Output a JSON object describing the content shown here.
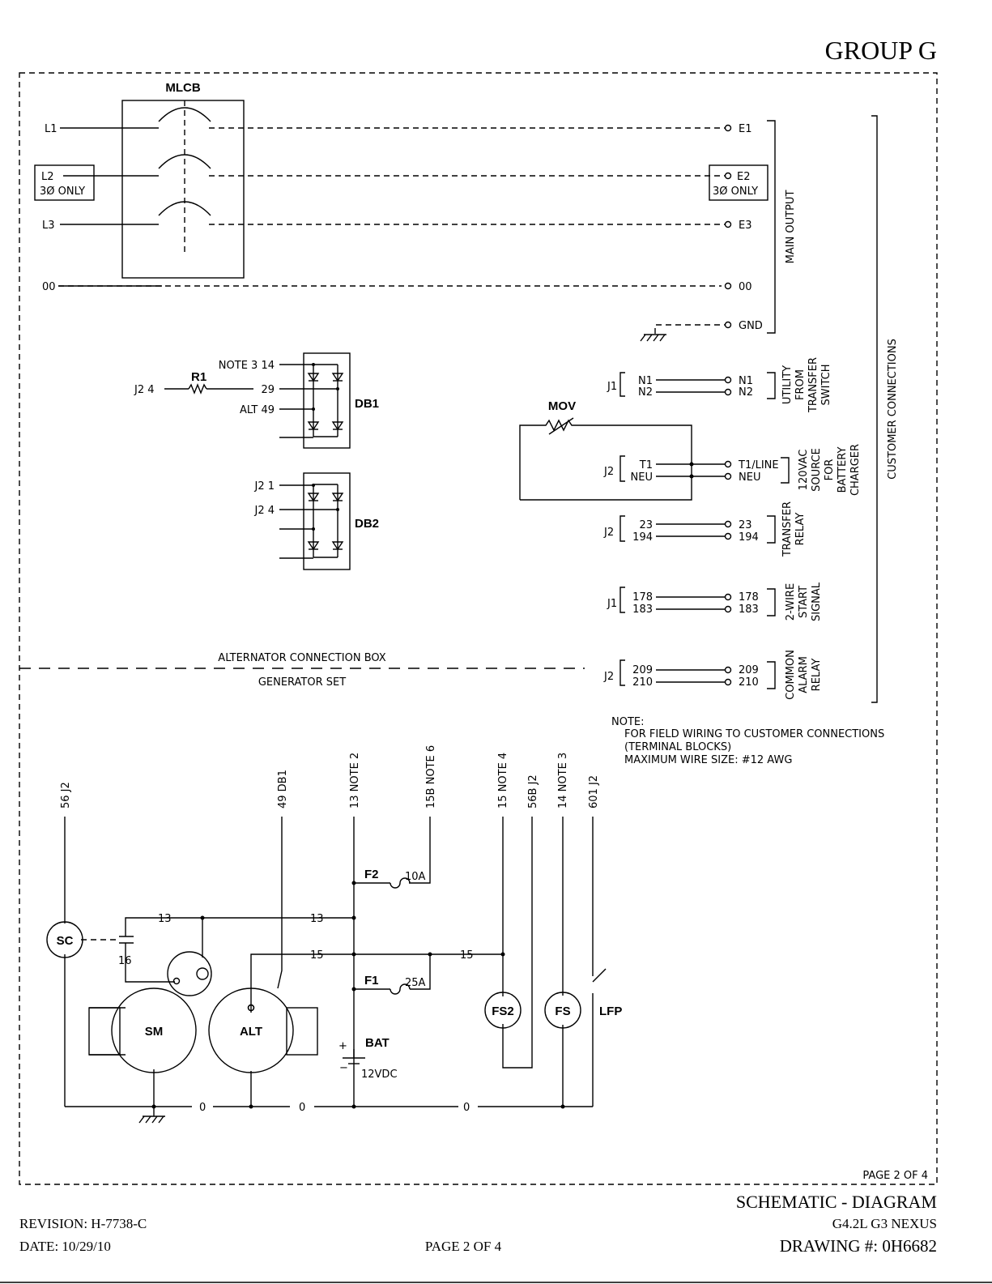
{
  "header": {
    "group": "GROUP G"
  },
  "mlcb": {
    "title": "MLCB",
    "inputs": [
      "L1",
      "L2",
      "3Ø ONLY",
      "L3",
      "00"
    ],
    "outputs": [
      "E1",
      "E2",
      "3Ø ONLY",
      "E3",
      "00",
      "GND"
    ],
    "group_label": "MAIN OUTPUT"
  },
  "db1": {
    "title": "DB1",
    "r1": "R1",
    "j2_4": "J2 4",
    "pin14": "NOTE 3 14",
    "pin29": "29",
    "pin49": "ALT 49"
  },
  "db2": {
    "title": "DB2",
    "j2_1": "J2 1",
    "j2_4": "J2 4"
  },
  "mov": {
    "title": "MOV"
  },
  "customer_connections": {
    "title": "CUSTOMER CONNECTIONS",
    "utility": {
      "j": "J1",
      "left": [
        "N1",
        "N2"
      ],
      "right": [
        "N1",
        "N2"
      ],
      "label": [
        "UTILITY",
        "FROM",
        "TRANSFER",
        "SWITCH"
      ]
    },
    "charger": {
      "j": "J2",
      "left": [
        "T1",
        "NEU"
      ],
      "right": [
        "T1/LINE",
        "NEU"
      ],
      "label": [
        "120VAC",
        "SOURCE",
        "FOR",
        "BATTERY",
        "CHARGER"
      ]
    },
    "transfer": {
      "j": "J2",
      "left": [
        "23",
        "194"
      ],
      "right": [
        "23",
        "194"
      ],
      "label": [
        "TRANSFER",
        "RELAY"
      ]
    },
    "start": {
      "j": "J1",
      "left": [
        "178",
        "183"
      ],
      "right": [
        "178",
        "183"
      ],
      "label": [
        "2-WIRE",
        "START",
        "SIGNAL"
      ]
    },
    "alarm": {
      "j": "J2",
      "left": [
        "209",
        "210"
      ],
      "right": [
        "209",
        "210"
      ],
      "label": [
        "COMMON",
        "ALARM",
        "RELAY"
      ]
    }
  },
  "boundary": {
    "upper": "ALTERNATOR CONNECTION BOX",
    "lower": "GENERATOR SET"
  },
  "note": {
    "title": "NOTE:",
    "lines": [
      "FOR FIELD WIRING TO CUSTOMER CONNECTIONS",
      "(TERMINAL BLOCKS)",
      "MAXIMUM WIRE SIZE: #12 AWG"
    ]
  },
  "wires": {
    "w56": "56 J2",
    "w49": "49 DB1",
    "w13": "13 NOTE 2",
    "w15b": "15B NOTE 6",
    "w15": "15 NOTE 4",
    "w56b": "56B J2",
    "w14": "14 NOTE 3",
    "w601": "601 J2",
    "n13": "13",
    "n15": "15",
    "n16": "16",
    "n0": "0"
  },
  "components": {
    "sc": "SC",
    "sm": "SM",
    "alt": "ALT",
    "fs2": "FS2",
    "fs": "FS",
    "lfp": "LFP",
    "f1": "F1",
    "f1_rating": "25A",
    "f2": "F2",
    "f2_rating": "10A",
    "bat": "BAT",
    "bat_v": "12VDC",
    "plus": "+",
    "minus": "−"
  },
  "page_marker": "PAGE 2 OF 4",
  "footer": {
    "title": "SCHEMATIC - DIAGRAM",
    "model": "G4.2L G3 NEXUS",
    "drawing": "DRAWING #: 0H6682",
    "revision": "REVISION: H-7738-C",
    "date": "DATE: 10/29/10",
    "page": "PAGE 2 OF 4"
  }
}
